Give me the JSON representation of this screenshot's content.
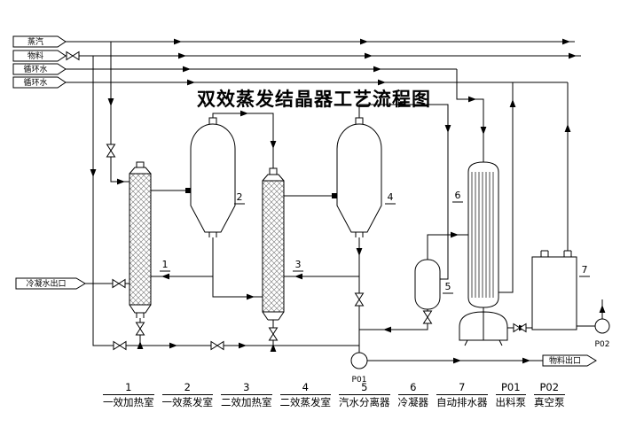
{
  "title": "双效蒸发结晶器工艺流程图",
  "streams": {
    "s1": "蒸汽",
    "s2": "物料",
    "s3": "循环水",
    "s4": "循环水"
  },
  "outlets": {
    "condensate": "冷凝水出口",
    "material": "物料出口"
  },
  "tags": {
    "t1": "1",
    "t2": "2",
    "t3": "3",
    "t4": "4",
    "t5": "5",
    "t6": "6",
    "t7": "7",
    "p01": "P01",
    "p02": "P02"
  },
  "legend": [
    {
      "tag": "1",
      "name": "一效加热室"
    },
    {
      "tag": "2",
      "name": "一效蒸发室"
    },
    {
      "tag": "3",
      "name": "二效加热室"
    },
    {
      "tag": "4",
      "name": "二效蒸发室"
    },
    {
      "tag": "5",
      "name": "汽水分离器"
    },
    {
      "tag": "6",
      "name": "冷凝器"
    },
    {
      "tag": "7",
      "name": "自动排水器"
    },
    {
      "tag": "P01",
      "name": "出料泵"
    },
    {
      "tag": "P02",
      "name": "真空泵"
    }
  ],
  "colors": {
    "line": "#000000",
    "background": "#ffffff"
  }
}
